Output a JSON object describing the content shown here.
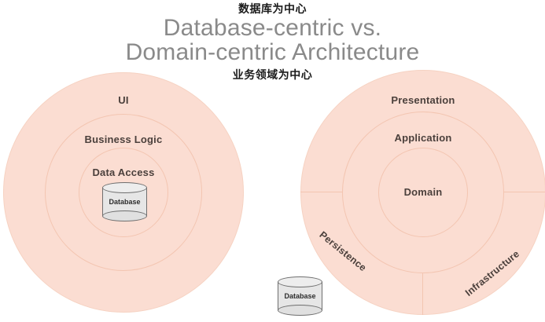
{
  "title": {
    "main": "Database-centric vs.\nDomain-centric Architecture",
    "annotation_top": "数据库为中心",
    "annotation_bottom": "业务领域为中心"
  },
  "colors": {
    "ring_fill": "#fbddd2",
    "ring_stroke": "#f3c5b1",
    "title_text": "#8a8a8a",
    "label_text": "#4b403c",
    "annotation_text": "#1a1a1a",
    "cylinder_fill": "#e6e6e6",
    "cylinder_stroke": "#6f6f6f"
  },
  "left_diagram": {
    "name": "Database-centric",
    "layers": [
      {
        "label": "UI"
      },
      {
        "label": "Business Logic"
      },
      {
        "label": "Data Access"
      }
    ],
    "database": {
      "label": "Database"
    }
  },
  "right_diagram": {
    "name": "Domain-centric",
    "layers": [
      {
        "label": "Presentation"
      },
      {
        "label": "Application"
      },
      {
        "label": "Domain"
      }
    ],
    "sectors": [
      {
        "label": "Persistence"
      },
      {
        "label": "Infrastructure"
      }
    ]
  },
  "external_database": {
    "label": "Database"
  }
}
